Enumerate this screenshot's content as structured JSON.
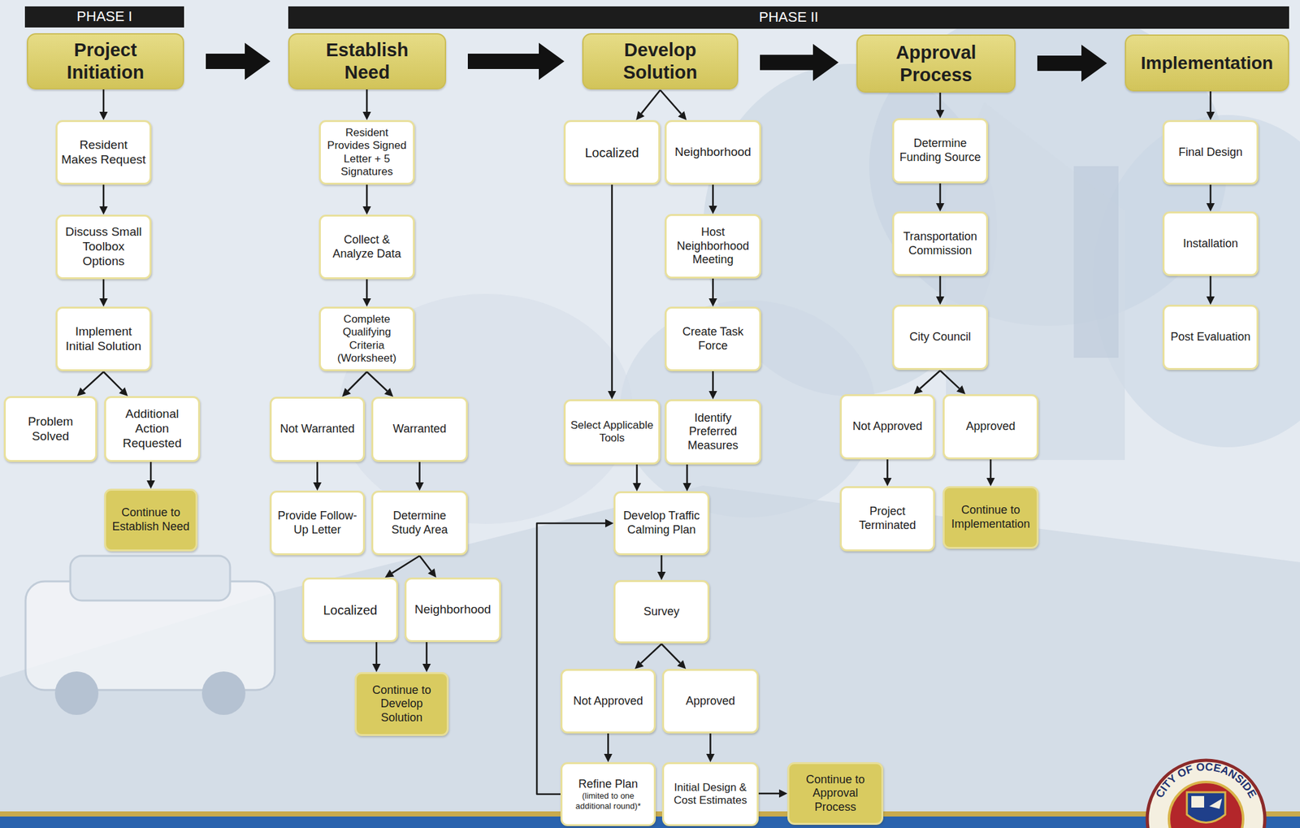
{
  "diagram": {
    "nodes": [
      {
        "text": [
          "PHASE I"
        ]
      },
      {
        "text": [
          "PHASE II"
        ]
      },
      {
        "text": [
          "Project Initiation"
        ]
      },
      {
        "text": [
          "Resident Makes Request"
        ]
      },
      {
        "text": [
          "Discuss Small Toolbox Options"
        ]
      },
      {
        "text": [
          "Implement Initial Solution"
        ]
      },
      {
        "text": [
          "Problem Solved"
        ]
      },
      {
        "text": [
          "Additional Action Requested"
        ]
      },
      {
        "text": [
          "Continue to Establish Need"
        ]
      },
      {
        "text": [
          "Establish Need"
        ]
      },
      {
        "text": [
          "Resident Provides Signed Letter + 5 Signatures"
        ]
      },
      {
        "text": [
          "Collect & Analyze Data"
        ]
      },
      {
        "text": [
          "Complete Qualifying Criteria (Worksheet)"
        ]
      },
      {
        "text": [
          "Not Warranted"
        ]
      },
      {
        "text": [
          "Warranted"
        ]
      },
      {
        "text": [
          "Provide Follow-Up Letter"
        ]
      },
      {
        "text": [
          "Determine Study Area"
        ]
      },
      {
        "text": [
          "Localized"
        ]
      },
      {
        "text": [
          "Neighborhood"
        ]
      },
      {
        "text": [
          "Continue to Develop Solution"
        ]
      },
      {
        "text": [
          "Develop Solution"
        ]
      },
      {
        "text": [
          "Localized"
        ]
      },
      {
        "text": [
          "Neighborhood"
        ]
      },
      {
        "text": [
          "Host Neighborhood Meeting"
        ]
      },
      {
        "text": [
          "Create Task Force"
        ]
      },
      {
        "text": [
          "Select Applicable Tools"
        ]
      },
      {
        "text": [
          "Identify Preferred Measures"
        ]
      },
      {
        "text": [
          "Develop Traffic Calming Plan"
        ]
      },
      {
        "text": [
          "Survey"
        ]
      },
      {
        "text": [
          "Not Approved"
        ]
      },
      {
        "text": [
          "Approved"
        ]
      },
      {
        "text": [
          "Refine Plan",
          "(limited to one additional round)*"
        ]
      },
      {
        "text": [
          "Initial Design & Cost Estimates"
        ]
      },
      {
        "text": [
          "Continue to Approval Process"
        ]
      },
      {
        "text": [
          "Approval Process"
        ]
      },
      {
        "text": [
          "Determine Funding Source"
        ]
      },
      {
        "text": [
          "Transportation Commission"
        ]
      },
      {
        "text": [
          "City Council"
        ]
      },
      {
        "text": [
          "Not Approved"
        ]
      },
      {
        "text": [
          "Approved"
        ]
      },
      {
        "text": [
          "Project Terminated"
        ]
      },
      {
        "text": [
          "Continue to Implementation"
        ]
      },
      {
        "text": [
          "Implementation"
        ]
      },
      {
        "text": [
          "Final Design"
        ]
      },
      {
        "text": [
          "Installation"
        ]
      },
      {
        "text": [
          "Post Evaluation"
        ]
      }
    ],
    "edges": [
      {
        "from": 2,
        "to": 9,
        "arrow": "to"
      },
      {
        "from": 9,
        "to": 20,
        "arrow": "to"
      },
      {
        "from": 20,
        "to": 34,
        "arrow": "to"
      },
      {
        "from": 34,
        "to": 42,
        "arrow": "to"
      },
      {
        "from": 2,
        "to": 3,
        "arrow": "to"
      },
      {
        "from": 3,
        "to": 4,
        "arrow": "to"
      },
      {
        "from": 4,
        "to": 5,
        "arrow": "to"
      },
      {
        "from": 5,
        "to": 6,
        "arrow": "to"
      },
      {
        "from": 5,
        "to": 7,
        "arrow": "to"
      },
      {
        "from": 7,
        "to": 8,
        "arrow": "to"
      },
      {
        "from": 9,
        "to": 10,
        "arrow": "to"
      },
      {
        "from": 10,
        "to": 11,
        "arrow": "to"
      },
      {
        "from": 11,
        "to": 12,
        "arrow": "to"
      },
      {
        "from": 12,
        "to": 13,
        "arrow": "to"
      },
      {
        "from": 12,
        "to": 14,
        "arrow": "to"
      },
      {
        "from": 13,
        "to": 15,
        "arrow": "to"
      },
      {
        "from": 14,
        "to": 16,
        "arrow": "to"
      },
      {
        "from": 16,
        "to": 17,
        "arrow": "to"
      },
      {
        "from": 16,
        "to": 18,
        "arrow": "to"
      },
      {
        "from": 17,
        "to": 19,
        "arrow": "to"
      },
      {
        "from": 18,
        "to": 19,
        "arrow": "to"
      },
      {
        "from": 20,
        "to": 21,
        "arrow": "to"
      },
      {
        "from": 20,
        "to": 22,
        "arrow": "to"
      },
      {
        "from": 22,
        "to": 23,
        "arrow": "to"
      },
      {
        "from": 23,
        "to": 24,
        "arrow": "to"
      },
      {
        "from": 24,
        "to": 26,
        "arrow": "to"
      },
      {
        "from": 21,
        "to": 25,
        "arrow": "to"
      },
      {
        "from": 25,
        "to": 27,
        "arrow": "to"
      },
      {
        "from": 26,
        "to": 27,
        "arrow": "to"
      },
      {
        "from": 27,
        "to": 28,
        "arrow": "to"
      },
      {
        "from": 28,
        "to": 29,
        "arrow": "to"
      },
      {
        "from": 28,
        "to": 30,
        "arrow": "to"
      },
      {
        "from": 29,
        "to": 31,
        "arrow": "to"
      },
      {
        "from": 31,
        "to": 27,
        "arrow": "to"
      },
      {
        "from": 30,
        "to": 32,
        "arrow": "to"
      },
      {
        "from": 32,
        "to": 33,
        "arrow": "to"
      },
      {
        "from": 34,
        "to": 35,
        "arrow": "to"
      },
      {
        "from": 35,
        "to": 36,
        "arrow": "to"
      },
      {
        "from": 36,
        "to": 37,
        "arrow": "to"
      },
      {
        "from": 37,
        "to": 38,
        "arrow": "to"
      },
      {
        "from": 37,
        "to": 39,
        "arrow": "to"
      },
      {
        "from": 38,
        "to": 40,
        "arrow": "to"
      },
      {
        "from": 39,
        "to": 41,
        "arrow": "to"
      },
      {
        "from": 42,
        "to": 43,
        "arrow": "to"
      },
      {
        "from": 43,
        "to": 44,
        "arrow": "to"
      },
      {
        "from": 44,
        "to": 45,
        "arrow": "to"
      }
    ],
    "labels": [
      "CITY OF OCEANSIDE"
    ]
  }
}
